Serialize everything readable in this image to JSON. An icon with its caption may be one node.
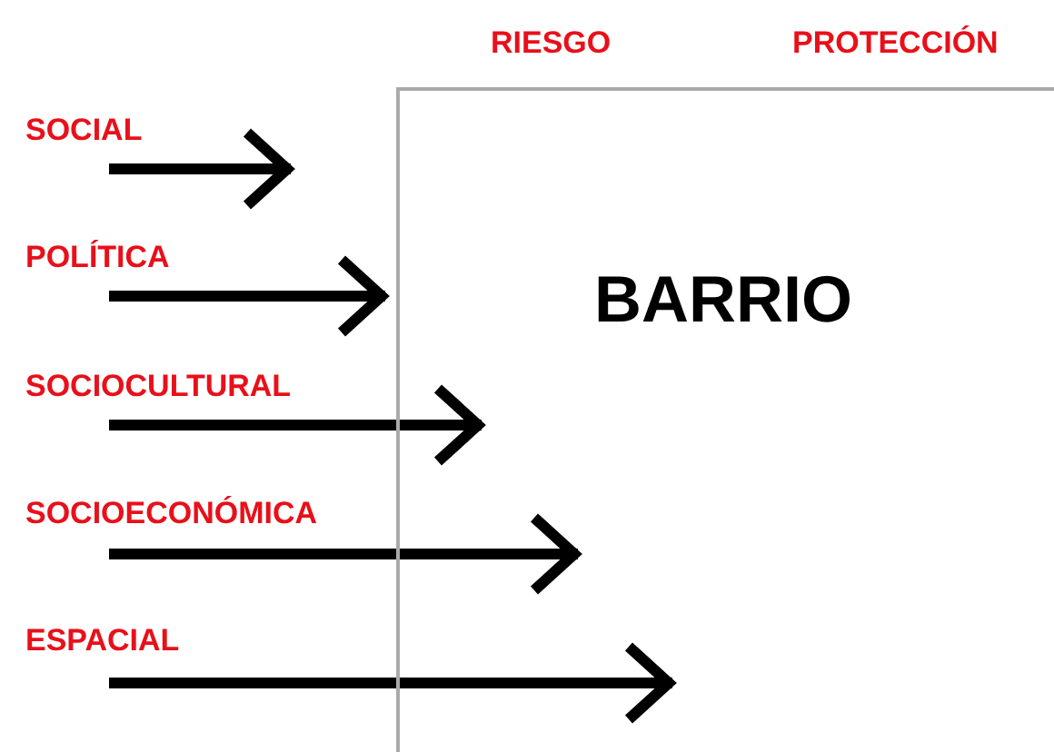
{
  "diagram": {
    "nodes": [
      {
        "text": [
          "BARRIO"
        ]
      }
    ],
    "labels": [
      "RIESGO",
      "PROTECCIÓN",
      "SOCIAL",
      "POLÍTICA",
      "SOCIOCULTURAL",
      "SOCIOECONÓMICA",
      "ESPACIAL"
    ]
  }
}
